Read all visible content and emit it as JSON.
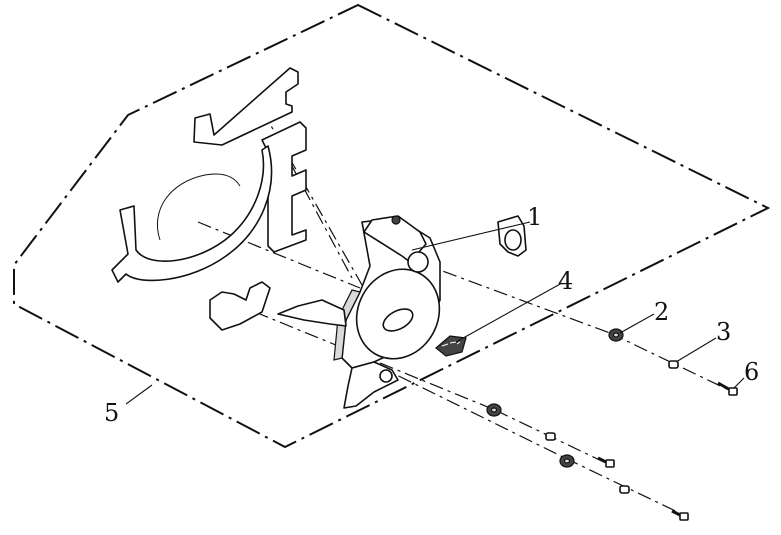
{
  "callouts": {
    "c1": "1",
    "c2": "2",
    "c3": "3",
    "c4": "4",
    "c5": "5",
    "c6": "6"
  },
  "colors": {
    "line": "#111111",
    "shade": "#d9d9d9",
    "dark": "#444444",
    "background": "#ffffff"
  }
}
